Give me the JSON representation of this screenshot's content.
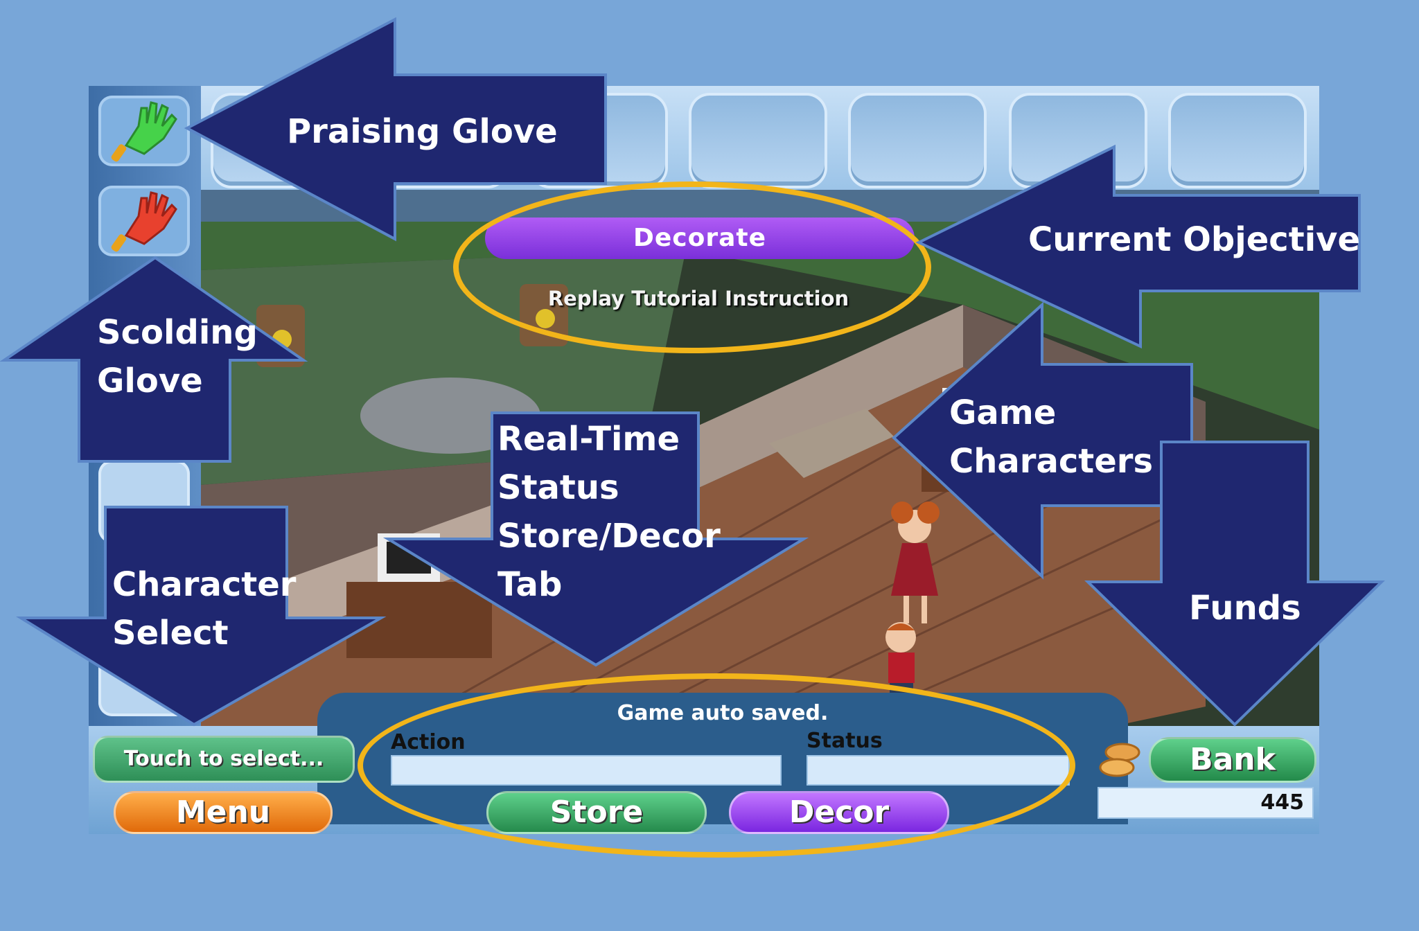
{
  "game": {
    "objective": "Decorate",
    "replay_instruction": "Replay Tutorial Instruction",
    "status_message": "Game auto saved.",
    "action_label": "Action",
    "status_label": "Status",
    "select_label": "Touch to select...",
    "menu_label": "Menu",
    "store_label": "Store",
    "decor_label": "Decor",
    "bank_label": "Bank",
    "funds": "445"
  },
  "callouts": {
    "praising_glove": "Praising Glove",
    "scolding_glove": [
      "Scolding",
      "Glove"
    ],
    "current_objective": "Current Objective",
    "game_characters": [
      "Game",
      "Characters"
    ],
    "character_select": [
      "Character",
      "Select"
    ],
    "status_tab": [
      "Real-Time",
      "Status",
      "Store/Decor",
      "Tab"
    ],
    "funds": "Funds"
  },
  "colors": {
    "background": "#78a6d8",
    "callout_arrow": "#1f2770",
    "callout_outline": "#5b86c8",
    "highlight_ellipse": "#f2b51a",
    "objective_purple": "#8a3ce6",
    "store_green": "#2e9a58",
    "menu_orange": "#f08a1c"
  },
  "icons": [
    "praising-glove-icon",
    "scolding-glove-icon",
    "coins-icon"
  ]
}
